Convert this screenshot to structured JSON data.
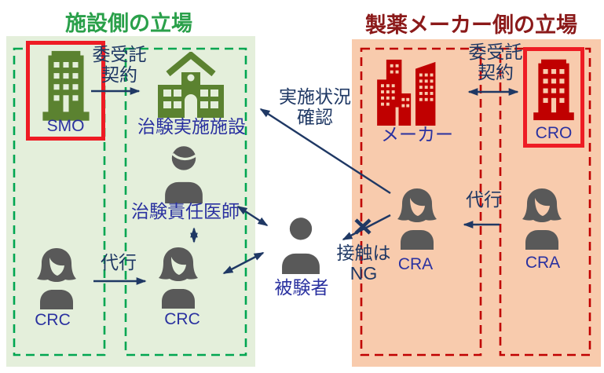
{
  "titles": {
    "facility_side": "施設側の立場",
    "pharma_side": "製薬メーカー側の立場"
  },
  "nodes": {
    "smo": {
      "label": "SMO"
    },
    "trial_site": {
      "label": "治験実施施設"
    },
    "investigator": {
      "label": "治験責任医師"
    },
    "crc_outer": {
      "label": "CRC"
    },
    "crc_inner": {
      "label": "CRC"
    },
    "subject": {
      "label": "被験者"
    },
    "maker": {
      "label": "メーカー"
    },
    "cro": {
      "label": "CRO"
    },
    "cra_inner": {
      "label": "CRA"
    },
    "cra_outer": {
      "label": "CRA"
    }
  },
  "edges": {
    "consignment_left": {
      "line1": "委受託",
      "line2": "契約"
    },
    "consignment_right": {
      "line1": "委受託",
      "line2": "契約"
    },
    "status_check": {
      "line1": "実施状況",
      "line2": "確認"
    },
    "proxy_left": {
      "label": "代行"
    },
    "proxy_right": {
      "label": "代行"
    },
    "contact_ng": {
      "line1": "接触は",
      "line2": "NG"
    }
  },
  "colors": {
    "facility_title_green": "#2aa04a",
    "pharma_title_dark_red": "#8b1a1a",
    "facility_panel_bg": "#e4efdb",
    "pharma_panel_bg": "#f8cbad",
    "facility_dashed_border": "#00a651",
    "pharma_dashed_border": "#c00000",
    "green_building": "#5b8230",
    "crimson_building": "#c00000",
    "highlight_red_border": "#ee1c24",
    "label_blue": "#2a31a0",
    "arrow_navy": "#1f3864",
    "person_gray": "#595959"
  }
}
